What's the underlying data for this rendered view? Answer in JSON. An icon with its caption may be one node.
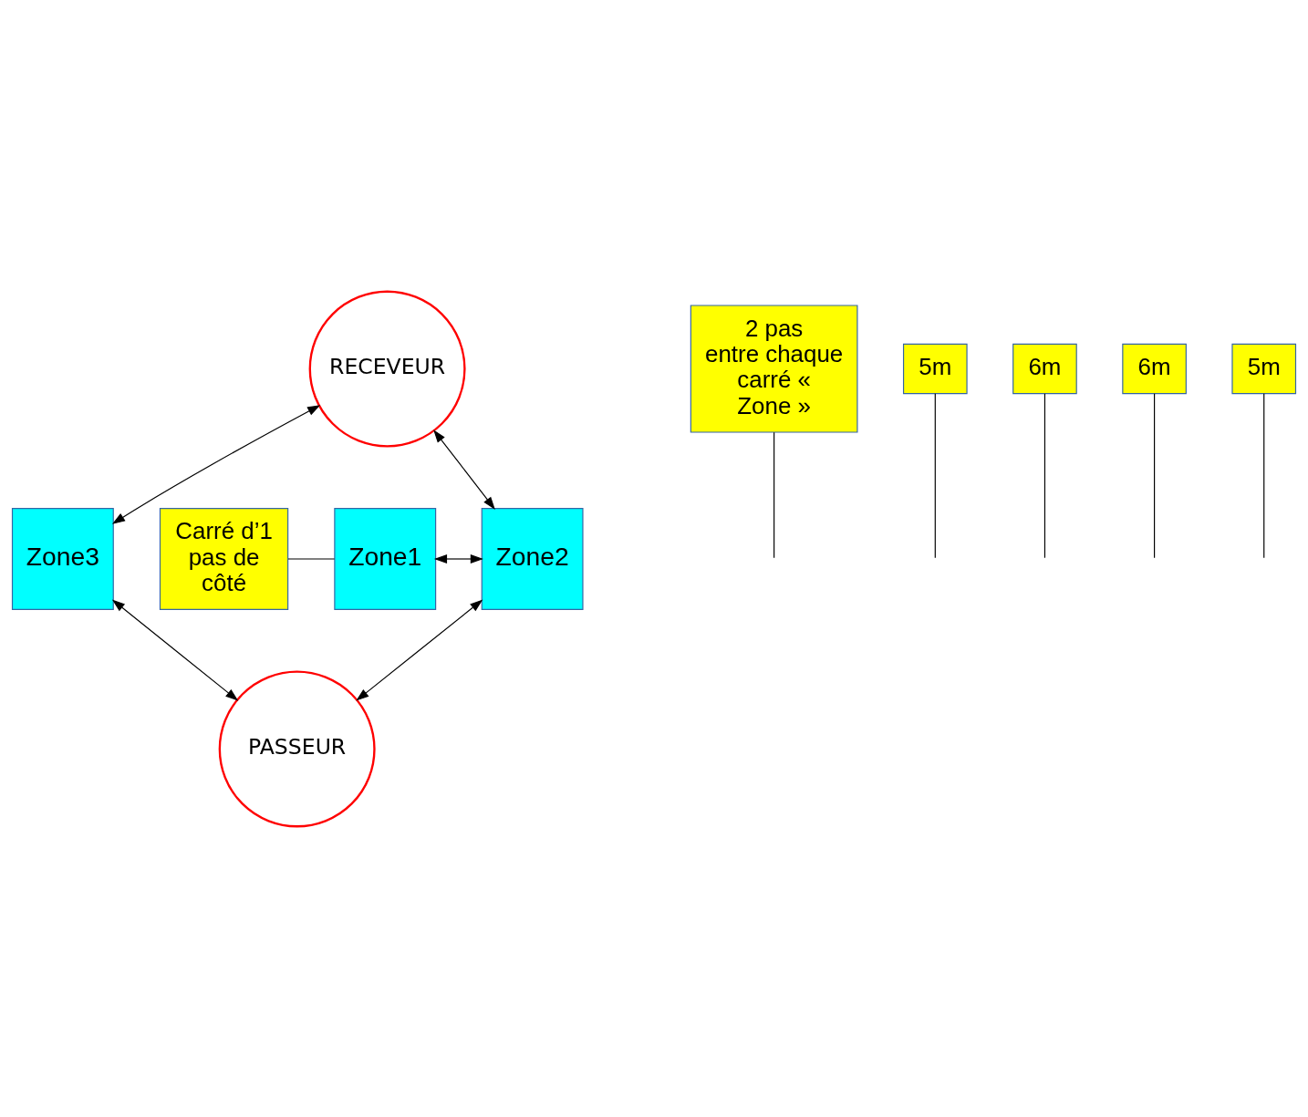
{
  "diagram": {
    "nodes": [
      {
        "text": [
          "RECEVEUR"
        ]
      },
      {
        "text": [
          "Zone1"
        ]
      },
      {
        "text": [
          "Zone2"
        ]
      },
      {
        "text": [
          "Zone3"
        ]
      },
      {
        "text": [
          "PASSEUR"
        ]
      },
      {
        "text": [
          "2 pas entre chaque carré « Zone »"
        ]
      },
      {
        "text": [
          "5m"
        ]
      },
      {
        "text": [
          "6m"
        ]
      },
      {
        "text": [
          "Carré d’1 pas de côté"
        ]
      },
      {
        "text": [
          "6m"
        ]
      },
      {
        "text": [
          "5m"
        ]
      }
    ],
    "edges": [
      {
        "from": 0,
        "to": 2,
        "arrow": "both"
      },
      {
        "from": 0,
        "to": 3,
        "arrow": "both"
      },
      {
        "from": 1,
        "to": 2,
        "arrow": "both"
      },
      {
        "from": 2,
        "to": 4,
        "arrow": "both"
      },
      {
        "from": 3,
        "to": 4,
        "arrow": "both"
      },
      {
        "from": 5,
        "to": null,
        "arrow": "none"
      },
      {
        "from": 6,
        "to": null,
        "arrow": "none"
      },
      {
        "from": 7,
        "to": null,
        "arrow": "none"
      },
      {
        "from": 8,
        "to": 1,
        "arrow": "none"
      },
      {
        "from": 9,
        "to": null,
        "arrow": "none"
      },
      {
        "from": 10,
        "to": null,
        "arrow": "none"
      }
    ]
  }
}
